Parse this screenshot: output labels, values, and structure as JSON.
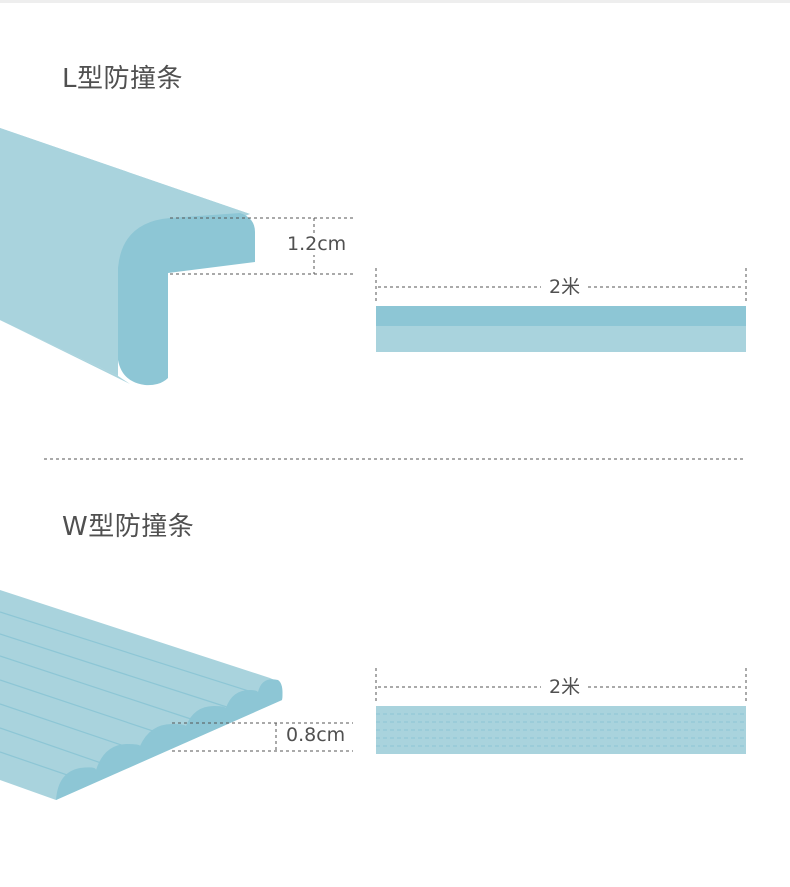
{
  "sections": {
    "l_type": {
      "title": "L型防撞条",
      "thickness_label": "1.2cm",
      "length_label": "2米"
    },
    "w_type": {
      "title": "W型防撞条",
      "thickness_label": "0.8cm",
      "length_label": "2米"
    }
  },
  "colors": {
    "strip_light": "#a9d3dd",
    "strip_dark": "#8dc6d5",
    "dash": "#555555",
    "title": "#505050"
  }
}
